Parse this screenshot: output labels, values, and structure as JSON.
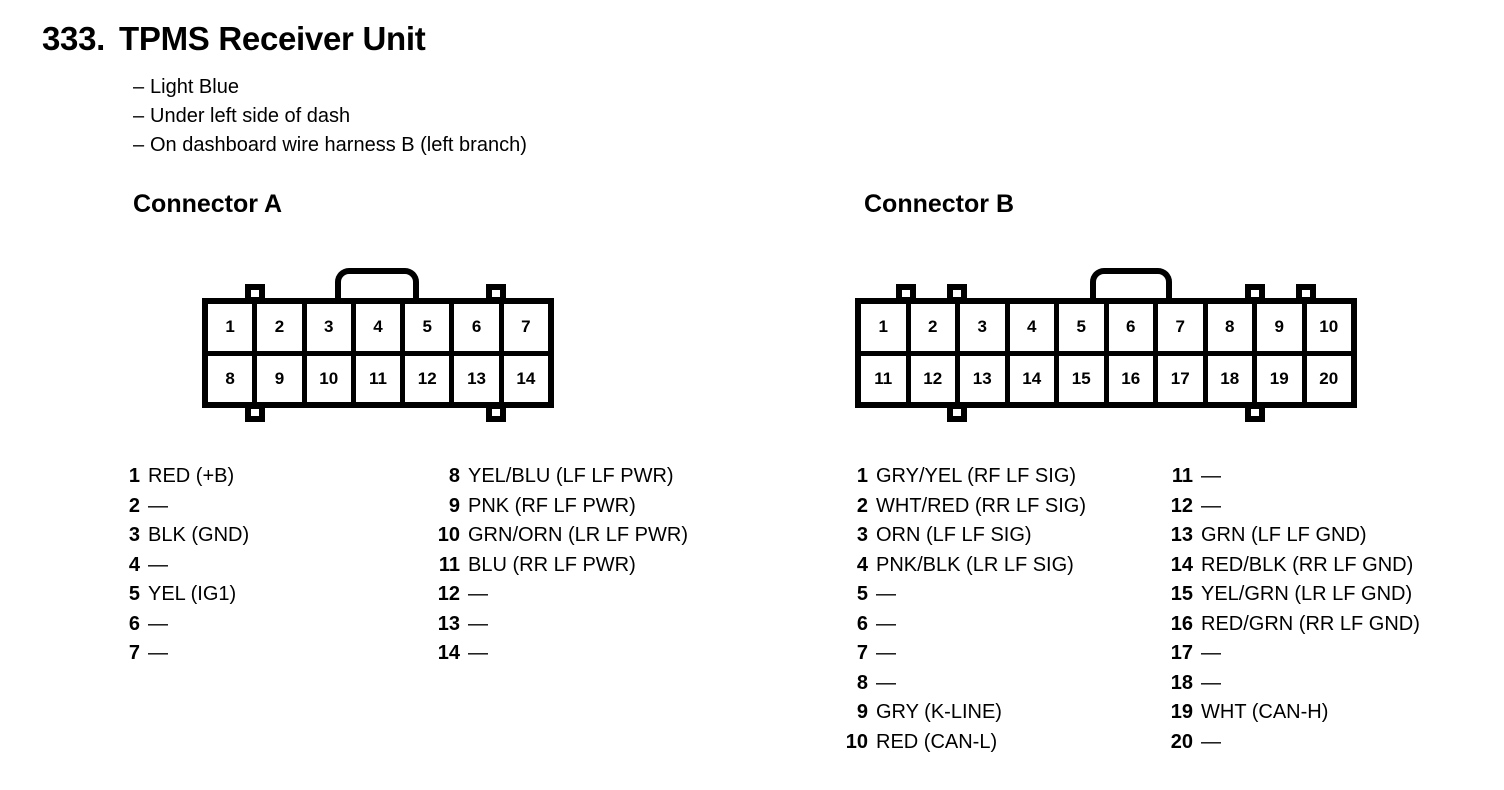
{
  "header": {
    "number": "333.",
    "title": "TPMS Receiver Unit",
    "dash": "–",
    "notes": [
      "Light Blue",
      "Under left side of dash",
      "On dashboard wire harness B (left branch)"
    ]
  },
  "connectors": [
    {
      "heading": "Connector A",
      "pin_count": 14,
      "columns": 7,
      "top_row": [
        "1",
        "2",
        "3",
        "4",
        "5",
        "6",
        "7"
      ],
      "bottom_row": [
        "8",
        "9",
        "10",
        "11",
        "12",
        "13",
        "14"
      ],
      "pins_left": [
        {
          "num": "1",
          "desc": "RED (+B)"
        },
        {
          "num": "2",
          "desc": "—"
        },
        {
          "num": "3",
          "desc": "BLK (GND)"
        },
        {
          "num": "4",
          "desc": "—"
        },
        {
          "num": "5",
          "desc": "YEL (IG1)"
        },
        {
          "num": "6",
          "desc": "—"
        },
        {
          "num": "7",
          "desc": "—"
        }
      ],
      "pins_right": [
        {
          "num": "8",
          "desc": "YEL/BLU (LF LF PWR)"
        },
        {
          "num": "9",
          "desc": "PNK (RF LF PWR)"
        },
        {
          "num": "10",
          "desc": "GRN/ORN (LR LF PWR)"
        },
        {
          "num": "11",
          "desc": "BLU (RR LF PWR)"
        },
        {
          "num": "12",
          "desc": "—"
        },
        {
          "num": "13",
          "desc": "—"
        },
        {
          "num": "14",
          "desc": "—"
        }
      ]
    },
    {
      "heading": "Connector B",
      "pin_count": 20,
      "columns": 10,
      "top_row": [
        "1",
        "2",
        "3",
        "4",
        "5",
        "6",
        "7",
        "8",
        "9",
        "10"
      ],
      "bottom_row": [
        "11",
        "12",
        "13",
        "14",
        "15",
        "16",
        "17",
        "18",
        "19",
        "20"
      ],
      "pins_left": [
        {
          "num": "1",
          "desc": "GRY/YEL (RF LF SIG)"
        },
        {
          "num": "2",
          "desc": "WHT/RED (RR LF SIG)"
        },
        {
          "num": "3",
          "desc": "ORN (LF LF SIG)"
        },
        {
          "num": "4",
          "desc": "PNK/BLK (LR LF SIG)"
        },
        {
          "num": "5",
          "desc": "—"
        },
        {
          "num": "6",
          "desc": "—"
        },
        {
          "num": "7",
          "desc": "—"
        },
        {
          "num": "8",
          "desc": "—"
        },
        {
          "num": "9",
          "desc": "GRY (K-LINE)"
        },
        {
          "num": "10",
          "desc": "RED (CAN-L)"
        }
      ],
      "pins_right": [
        {
          "num": "11",
          "desc": "—"
        },
        {
          "num": "12",
          "desc": "—"
        },
        {
          "num": "13",
          "desc": "GRN (LF LF GND)"
        },
        {
          "num": "14",
          "desc": "RED/BLK (RR LF GND)"
        },
        {
          "num": "15",
          "desc": "YEL/GRN (LR LF GND)"
        },
        {
          "num": "16",
          "desc": "RED/GRN (RR LF GND)"
        },
        {
          "num": "17",
          "desc": "—"
        },
        {
          "num": "18",
          "desc": "—"
        },
        {
          "num": "19",
          "desc": "WHT (CAN-H)"
        },
        {
          "num": "20",
          "desc": "—"
        }
      ]
    }
  ],
  "colors": {
    "background": "#ffffff",
    "ink": "#000000"
  }
}
